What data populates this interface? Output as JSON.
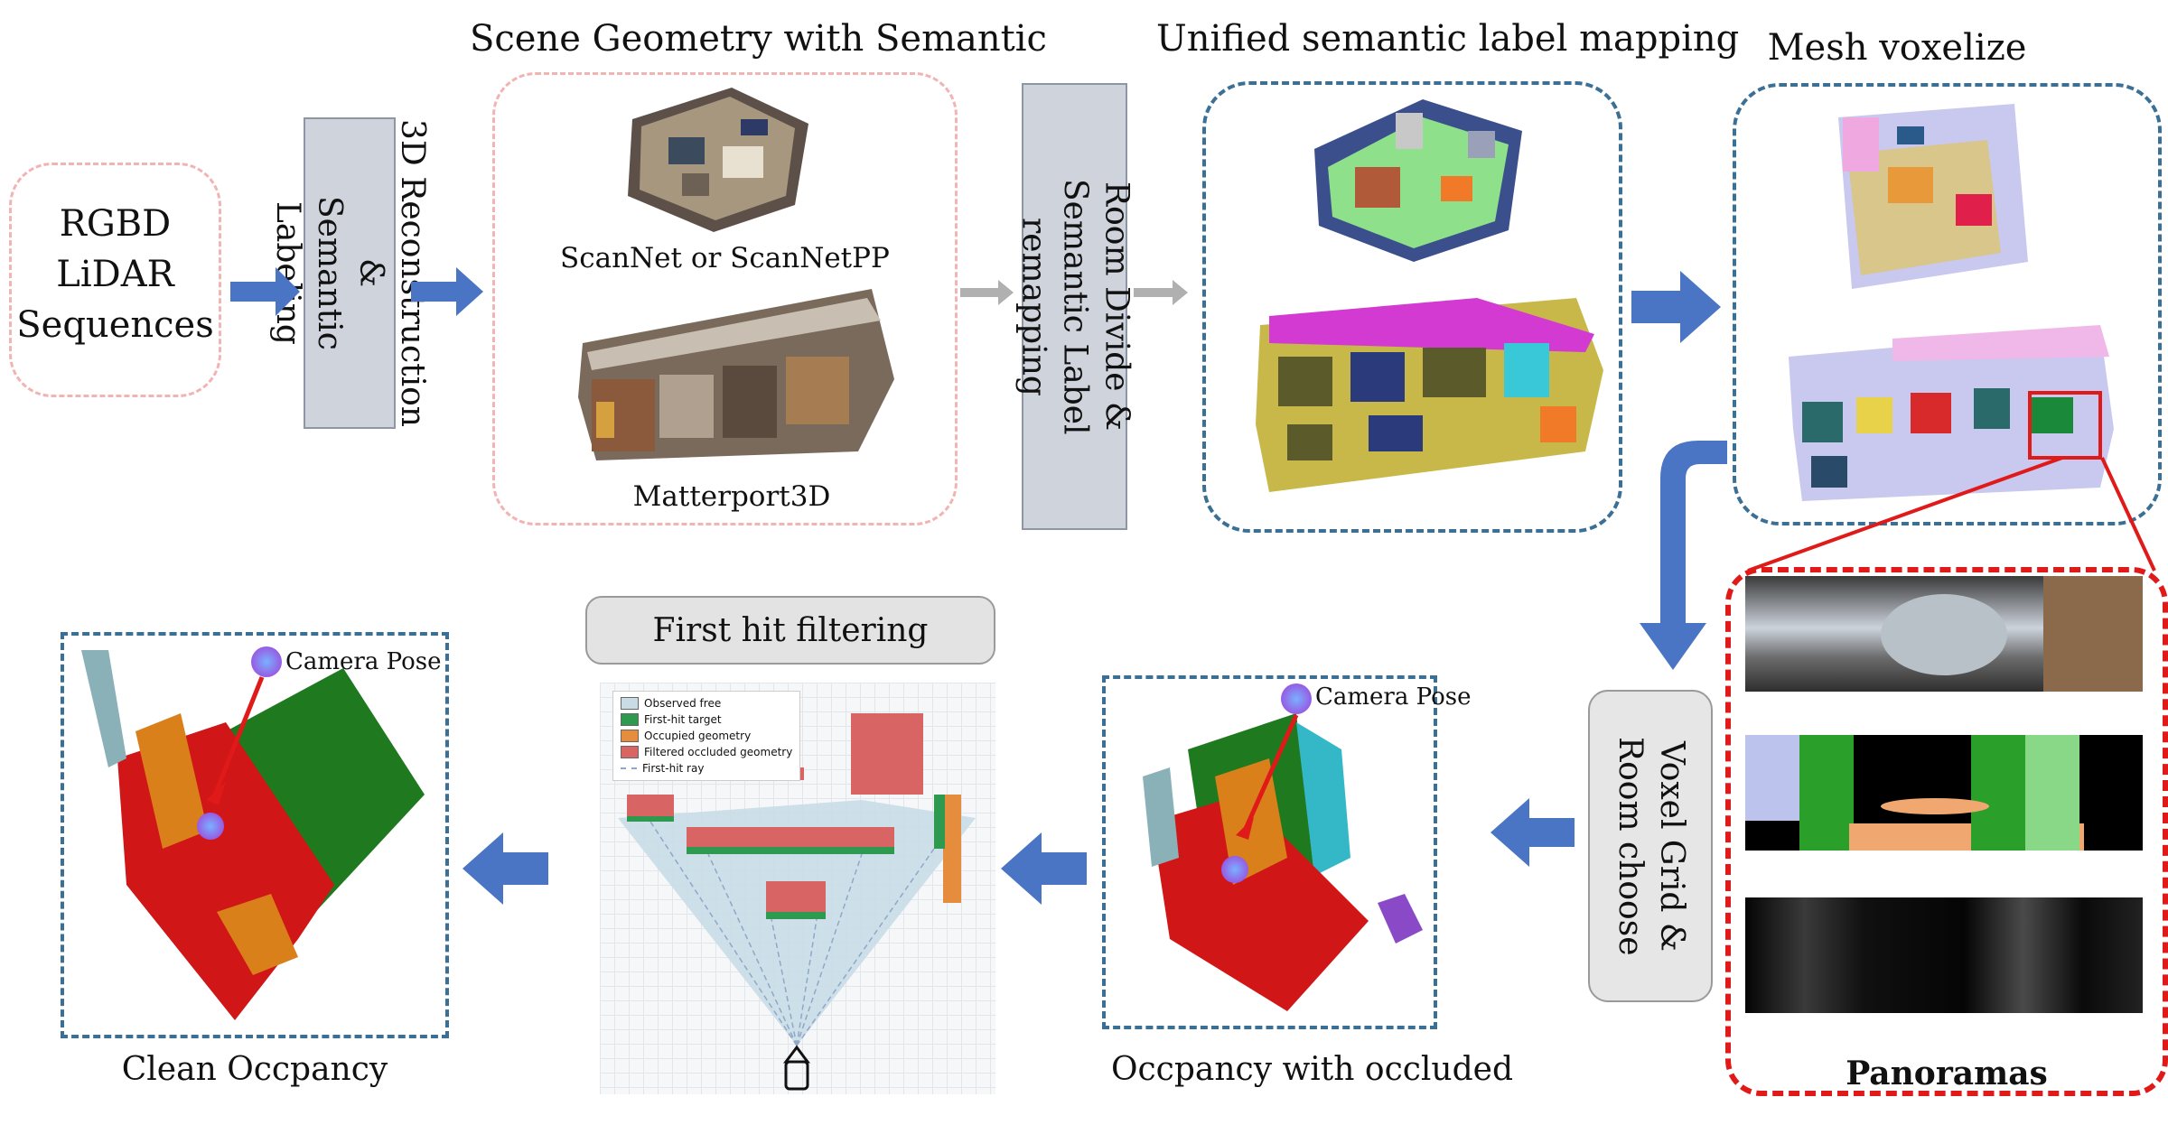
{
  "stages": {
    "input_label": "RGBD\nLiDAR\nSequences",
    "recon_label": "3D Reconstruction &\nSemantic Labeling",
    "scene_title": "Scene Geometry with Semantic",
    "scannet_caption": "ScanNet or ScanNetPP",
    "matterport_caption": "Matterport3D",
    "room_divide_label": "Room Divide &\nSemantic Label  remapping",
    "unified_title": "Unified semantic label mapping",
    "mesh_title": "Mesh voxelize",
    "voxel_grid_label": "Voxel Grid &\nRoom choose",
    "panoramas_caption": "Panoramas",
    "occluded_caption": "Occpancy with occluded",
    "first_hit_title": "First hit filtering",
    "clean_caption": "Clean Occpancy",
    "camera_pose_label": "Camera Pose",
    "camera_pose_label_2": "Camera Pose"
  },
  "legend": {
    "observed_free": "Observed free",
    "first_hit_target": "First-hit target",
    "occupied_geometry": "Occupied geometry",
    "filtered_occluded": "Filtered occluded geometry",
    "first_hit_ray": "First-hit ray"
  },
  "colors": {
    "arrow_blue": "#4a74c4",
    "arrow_gray": "#b0b0b0",
    "dash_blue": "#3a6f96",
    "dash_pink": "#f2b3b3",
    "dash_red": "#e01919",
    "observed_free": "#c9dce6",
    "first_hit_target": "#2e9a4f",
    "occupied_geometry": "#e58d3c",
    "filtered_occluded": "#d96464",
    "occ_red": "#d01616",
    "occ_green": "#1f7a1f",
    "occ_orange": "#d9801a"
  }
}
